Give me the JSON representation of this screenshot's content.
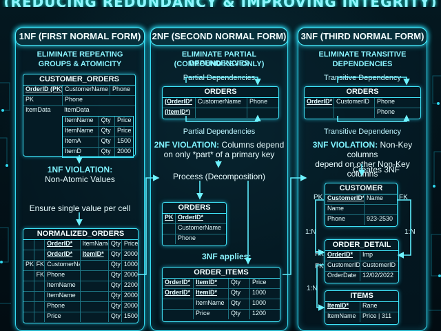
{
  "banner": "(REDUCING REDUNDANCY & IMPROVING INTEGRITY)",
  "nf1": {
    "title": "1NF (FIRST NORMAL FORM)",
    "subtitle1": "ELIMINATE REPEATING",
    "subtitle2": "GROUPS & ATOMICITY",
    "orig_table": "CUSTOMER_ORDERS",
    "orig_h1": "OrderID (PK)",
    "orig_h2": "CustomerName",
    "orig_h3": "Phone",
    "orig_r1a": "PK",
    "orig_r1b": "Phone",
    "orig_r2a": "ItemData",
    "orig_r2b": "ItemData",
    "nested": [
      [
        "ItemName",
        "Qty",
        "Price"
      ],
      [
        "ItemName",
        "Qty",
        "Price"
      ],
      [
        "ItemA",
        "Qty",
        "1500"
      ],
      [
        "ItemD",
        "Qty",
        "2000"
      ]
    ],
    "violation_label": "1NF VIOLATION:",
    "violation_text": "Non-Atomic Values",
    "ensure": "Ensure single value per cell",
    "norm_table": "NORMALIZED_ORDERS",
    "norm_rows": [
      [
        "",
        "",
        "OrderID*",
        "ItemName",
        "Qty",
        "Price"
      ],
      [
        "",
        "",
        "OrderID*",
        "ItemID*",
        "Qty",
        "2000"
      ],
      [
        "PK",
        "FK",
        "CustomerName",
        "",
        "Qty",
        "1000"
      ],
      [
        "",
        "FK",
        "Phone",
        "",
        "Qty",
        "2000"
      ],
      [
        "",
        "",
        "ItemName",
        "",
        "Qty",
        "2200"
      ],
      [
        "",
        "",
        "ItemName",
        "",
        "Qty",
        "2000"
      ],
      [
        "",
        "",
        "Phone",
        "",
        "Qty",
        "2000"
      ],
      [
        "",
        "",
        "Price",
        "",
        "Qty",
        "1500"
      ]
    ]
  },
  "nf2": {
    "title": "2NF (SECOND NORMAL FORM)",
    "subtitle1": "ELIMINATE PARTIAL DEPENDENCIES",
    "subtitle2": "(COMPOUND KEY ONLY)",
    "partial_top": "Partial Dependencies",
    "partial_bottom": "Partial Dependencies",
    "orders_table": "ORDERS",
    "orders_r1": [
      "(OrderID*",
      "CustomerName",
      "Phone"
    ],
    "orders_r2": [
      "(ItemID*)",
      "",
      ""
    ],
    "violation_label": "2NF VIOLATION:",
    "violation_text1": "Columns depend",
    "violation_text2": "on only *part* of a primary key",
    "process": "Process (Decomposition)",
    "orders2_table": "ORDERS",
    "orders2_rows": [
      [
        "PK",
        "OrderID*"
      ],
      [
        "",
        "CustomerName"
      ],
      [
        "",
        "Phone"
      ]
    ],
    "applies": "3NF applies:",
    "items_table": "ORDER_ITEMS",
    "items_rows": [
      [
        "OrderID*",
        "ItemID*",
        "Qty",
        "Price"
      ],
      [
        "OrderID*",
        "ItemID*",
        "Qty",
        "1000"
      ],
      [
        "",
        "ItemName",
        "Qty",
        "1000"
      ],
      [
        "",
        "Price",
        "Qty",
        "1200"
      ]
    ]
  },
  "nf3": {
    "title": "3NF (THIRD NORMAL FORM)",
    "subtitle1": "ELIMINATE TRANSITIVE",
    "subtitle2": "DEPENDENCIES",
    "trans_top": "Transitive Dependency",
    "trans_bottom": "Transitive Dependency",
    "orders_table": "ORDERS",
    "orders_r1": [
      "OrderID*",
      "CustomerID",
      "Phone"
    ],
    "orders_r2": [
      "",
      "",
      "Phone"
    ],
    "violation_label": "3NF VIOLATION:",
    "violation_text1": "Non-Key columns",
    "violation_text2": "depend on other Non-Key columns",
    "creates": "Creates 3NF",
    "customer_table": "CUSTOMER",
    "customer_rows": [
      [
        "CustomerID*",
        "Name"
      ],
      [
        "Name",
        ""
      ],
      [
        "Phone",
        "923-2530"
      ]
    ],
    "pk": "PK",
    "fk1": "FK",
    "fk2": "FK",
    "fk3": "FK",
    "rel1": "1:N",
    "rel2": "1:N",
    "rel3": "1:N",
    "detail_table": "ORDER_DETAIL",
    "detail_rows": [
      [
        "OrderID*",
        "Imp"
      ],
      [
        "CustomerID",
        "CustomerID"
      ],
      [
        "OrderDate",
        "12/02/2022"
      ]
    ],
    "itemsx_table": "ITEMS",
    "itemsx_rows": [
      [
        "ItemID*",
        "Rane"
      ],
      [
        "ItemName",
        "Price | 311"
      ]
    ]
  }
}
